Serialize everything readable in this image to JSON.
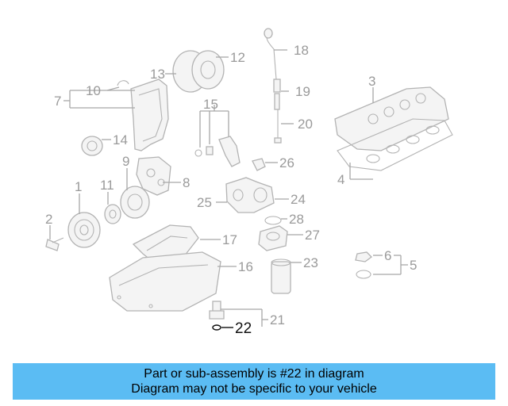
{
  "diagram": {
    "callouts": [
      {
        "id": "1",
        "text": "1"
      },
      {
        "id": "2",
        "text": "2"
      },
      {
        "id": "3",
        "text": "3"
      },
      {
        "id": "4",
        "text": "4"
      },
      {
        "id": "5",
        "text": "5"
      },
      {
        "id": "6",
        "text": "6"
      },
      {
        "id": "7",
        "text": "7"
      },
      {
        "id": "8",
        "text": "8"
      },
      {
        "id": "9",
        "text": "9"
      },
      {
        "id": "10",
        "text": "10"
      },
      {
        "id": "11",
        "text": "11"
      },
      {
        "id": "12",
        "text": "12"
      },
      {
        "id": "13",
        "text": "13"
      },
      {
        "id": "14",
        "text": "14"
      },
      {
        "id": "15",
        "text": "15"
      },
      {
        "id": "16",
        "text": "16"
      },
      {
        "id": "17",
        "text": "17"
      },
      {
        "id": "18",
        "text": "18"
      },
      {
        "id": "19",
        "text": "19"
      },
      {
        "id": "20",
        "text": "20"
      },
      {
        "id": "21",
        "text": "21"
      },
      {
        "id": "22",
        "text": "22"
      },
      {
        "id": "23",
        "text": "23"
      },
      {
        "id": "24",
        "text": "24"
      },
      {
        "id": "25",
        "text": "25"
      },
      {
        "id": "26",
        "text": "26"
      },
      {
        "id": "27",
        "text": "27"
      },
      {
        "id": "28",
        "text": "28"
      }
    ],
    "highlighted_part": "22",
    "highlight_color": "#111111",
    "part_color": "#b3b3b3"
  },
  "caption": {
    "line1": "Part or sub-assembly is #22 in diagram",
    "line2": "Diagram may not be specific to your vehicle",
    "background": "#5bbcf3"
  }
}
